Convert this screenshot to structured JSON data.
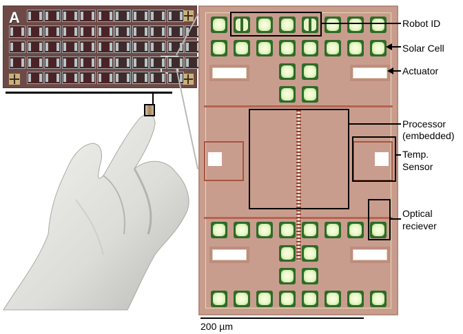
{
  "figure": {
    "panel_letter": "A",
    "wafer": {
      "rows": 5,
      "cols": 11,
      "background": "#6e4a47",
      "fiducials": [
        "top-right",
        "bottom-left",
        "bottom-right"
      ]
    },
    "chip_labels": {
      "robot_id": "Robot ID",
      "solar_cell": "Solar Cell",
      "actuator": "Actuator",
      "processor_line1": "Processor",
      "processor_line2": "(embedded)",
      "temp_sensor_line1": "Temp.",
      "temp_sensor_line2": "Sensor",
      "optical_line1": "Optical",
      "optical_line2": "reciever"
    },
    "scale_bar": "200 µm",
    "colors": {
      "chip_bg": "#c99d8e",
      "pad_green": "#2f6a2a",
      "pad_fill": "#e9f7c6",
      "annotation": "#000000"
    }
  }
}
